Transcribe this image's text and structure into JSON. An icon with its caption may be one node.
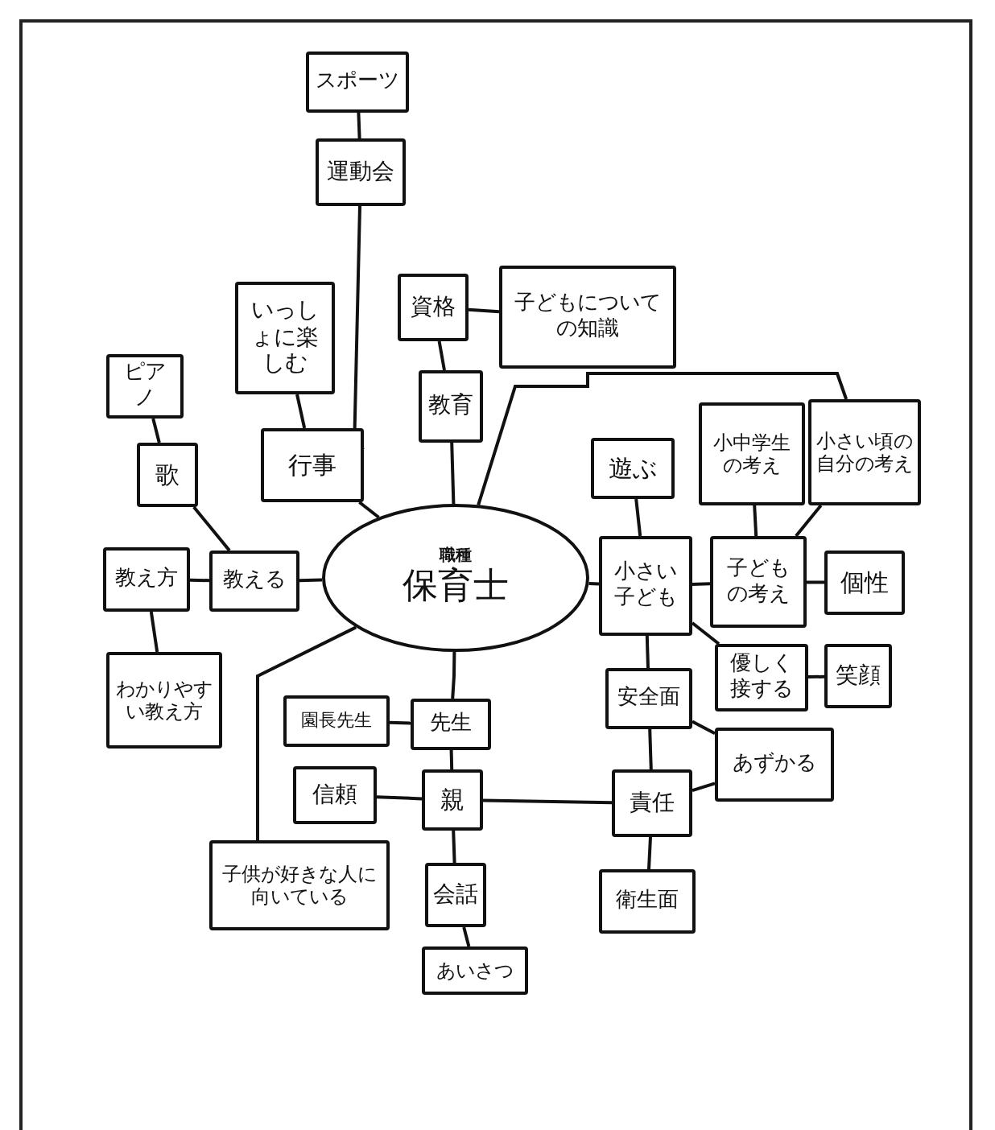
{
  "diagram": {
    "nodes": [
      {
        "text": [
          "職種",
          "保育士"
        ]
      },
      {
        "text": [
          "スポーツ"
        ]
      },
      {
        "text": [
          "運動会"
        ]
      },
      {
        "text": [
          "いっしょに楽しむ"
        ]
      },
      {
        "text": [
          "行事"
        ]
      },
      {
        "text": [
          "資格"
        ]
      },
      {
        "text": [
          "子どもについての知識"
        ]
      },
      {
        "text": [
          "教育"
        ]
      },
      {
        "text": [
          "ピアノ"
        ]
      },
      {
        "text": [
          "歌"
        ]
      },
      {
        "text": [
          "教え方"
        ]
      },
      {
        "text": [
          "教える"
        ]
      },
      {
        "text": [
          "わかりやすい教え方"
        ]
      },
      {
        "text": [
          "遊ぶ"
        ]
      },
      {
        "text": [
          "小中学生の考え"
        ]
      },
      {
        "text": [
          "小さい頃の自分の考え"
        ]
      },
      {
        "text": [
          "小さい子ども"
        ]
      },
      {
        "text": [
          "子どもの考え"
        ]
      },
      {
        "text": [
          "個性"
        ]
      },
      {
        "text": [
          "優しく接する"
        ]
      },
      {
        "text": [
          "笑顔"
        ]
      },
      {
        "text": [
          "安全面"
        ]
      },
      {
        "text": [
          "あずかる"
        ]
      },
      {
        "text": [
          "責任"
        ]
      },
      {
        "text": [
          "衛生面"
        ]
      },
      {
        "text": [
          "園長先生"
        ]
      },
      {
        "text": [
          "先生"
        ]
      },
      {
        "text": [
          "信頼"
        ]
      },
      {
        "text": [
          "親"
        ]
      },
      {
        "text": [
          "子供が好きな人に向いている"
        ]
      },
      {
        "text": [
          "会話"
        ]
      },
      {
        "text": [
          "あいさつ"
        ]
      }
    ],
    "edges": [
      {
        "from": 1,
        "to": 2,
        "arrow": "none"
      },
      {
        "from": 2,
        "to": 4,
        "arrow": "none"
      },
      {
        "from": 3,
        "to": 4,
        "arrow": "none"
      },
      {
        "from": 4,
        "to": 0,
        "arrow": "none"
      },
      {
        "from": 5,
        "to": 6,
        "arrow": "none"
      },
      {
        "from": 5,
        "to": 7,
        "arrow": "none"
      },
      {
        "from": 7,
        "to": 0,
        "arrow": "none"
      },
      {
        "from": 8,
        "to": 9,
        "arrow": "none"
      },
      {
        "from": 9,
        "to": 11,
        "arrow": "none"
      },
      {
        "from": 10,
        "to": 11,
        "arrow": "none"
      },
      {
        "from": 11,
        "to": 0,
        "arrow": "none"
      },
      {
        "from": 10,
        "to": 12,
        "arrow": "none"
      },
      {
        "from": 0,
        "to": 15,
        "arrow": "none"
      },
      {
        "from": 0,
        "to": 16,
        "arrow": "none"
      },
      {
        "from": 13,
        "to": 16,
        "arrow": "none"
      },
      {
        "from": 16,
        "to": 17,
        "arrow": "none"
      },
      {
        "from": 14,
        "to": 17,
        "arrow": "none"
      },
      {
        "from": 15,
        "to": 17,
        "arrow": "none"
      },
      {
        "from": 17,
        "to": 18,
        "arrow": "none"
      },
      {
        "from": 16,
        "to": 19,
        "arrow": "none"
      },
      {
        "from": 19,
        "to": 20,
        "arrow": "none"
      },
      {
        "from": 16,
        "to": 21,
        "arrow": "none"
      },
      {
        "from": 21,
        "to": 22,
        "arrow": "none"
      },
      {
        "from": 21,
        "to": 23,
        "arrow": "none"
      },
      {
        "from": 23,
        "to": 22,
        "arrow": "none"
      },
      {
        "from": 23,
        "to": 24,
        "arrow": "none"
      },
      {
        "from": 0,
        "to": 26,
        "arrow": "none"
      },
      {
        "from": 25,
        "to": 26,
        "arrow": "none"
      },
      {
        "from": 26,
        "to": 28,
        "arrow": "none"
      },
      {
        "from": 27,
        "to": 28,
        "arrow": "none"
      },
      {
        "from": 28,
        "to": 23,
        "arrow": "none"
      },
      {
        "from": 0,
        "to": 29,
        "arrow": "none"
      },
      {
        "from": 28,
        "to": 30,
        "arrow": "none"
      },
      {
        "from": 30,
        "to": 31,
        "arrow": "none"
      }
    ]
  }
}
